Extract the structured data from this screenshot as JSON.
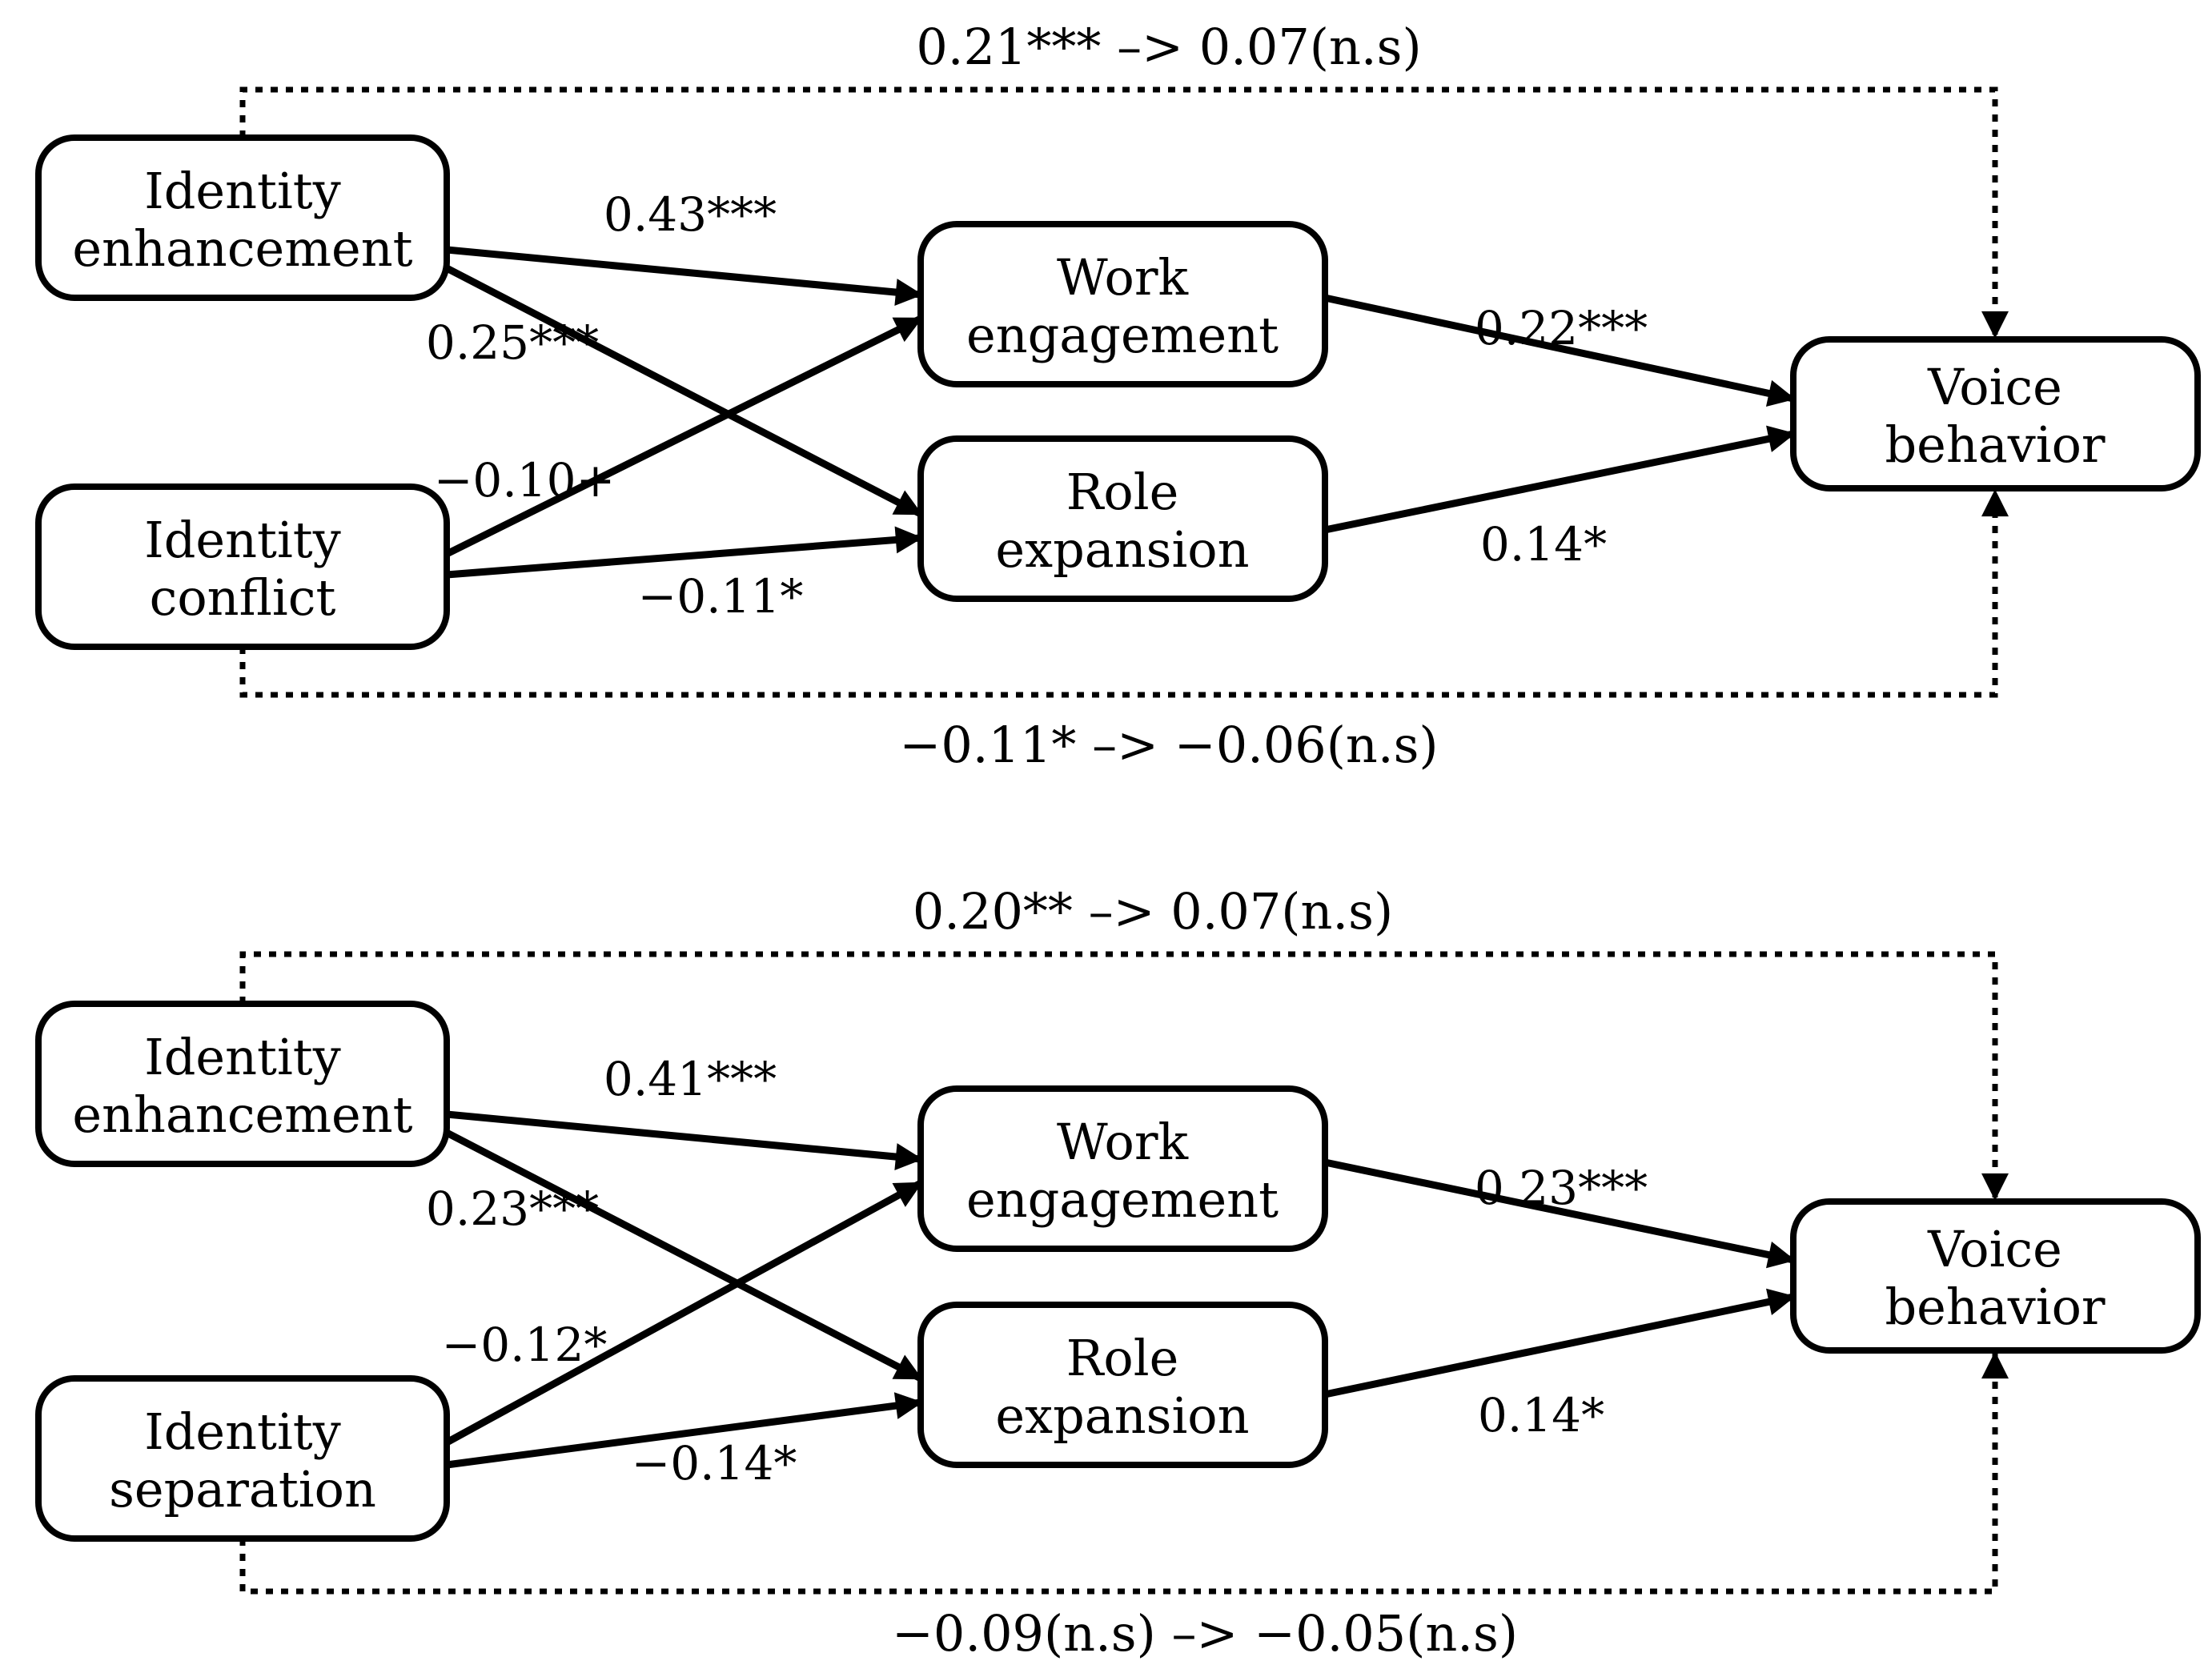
{
  "figure": {
    "background_color": "#ffffff",
    "line_color": "#000000",
    "panels": [
      {
        "id": "identity-conflict-model",
        "total_effect_top": "0.21*** –> 0.07(n.s)",
        "total_effect_bottom": "−0.11* –> −0.06(n.s)",
        "nodes": [
          {
            "id": "identity-enhancement",
            "line1": "Identity",
            "line2": "enhancement"
          },
          {
            "id": "identity-conflict",
            "line1": "Identity",
            "line2": "conflict"
          },
          {
            "id": "work-engagement",
            "line1": "Work",
            "line2": "engagement"
          },
          {
            "id": "role-expansion",
            "line1": "Role",
            "line2": "expansion"
          },
          {
            "id": "voice-behavior",
            "line1": "Voice",
            "line2": "behavior"
          }
        ],
        "coefficients": [
          {
            "from": "identity-enhancement",
            "to": "work-engagement",
            "label": "0.43***"
          },
          {
            "from": "identity-enhancement",
            "to": "role-expansion",
            "label": "0.25***"
          },
          {
            "from": "identity-conflict",
            "to": "work-engagement",
            "label": "−0.10+"
          },
          {
            "from": "identity-conflict",
            "to": "role-expansion",
            "label": "−0.11*"
          },
          {
            "from": "work-engagement",
            "to": "voice-behavior",
            "label": "0.22***"
          },
          {
            "from": "role-expansion",
            "to": "voice-behavior",
            "label": "0.14*"
          }
        ]
      },
      {
        "id": "identity-separation-model",
        "total_effect_top": "0.20** –> 0.07(n.s)",
        "total_effect_bottom": "−0.09(n.s) –> −0.05(n.s)",
        "nodes": [
          {
            "id": "identity-enhancement",
            "line1": "Identity",
            "line2": "enhancement"
          },
          {
            "id": "identity-separation",
            "line1": "Identity",
            "line2": "separation"
          },
          {
            "id": "work-engagement",
            "line1": "Work",
            "line2": "engagement"
          },
          {
            "id": "role-expansion",
            "line1": "Role",
            "line2": "expansion"
          },
          {
            "id": "voice-behavior",
            "line1": "Voice",
            "line2": "behavior"
          }
        ],
        "coefficients": [
          {
            "from": "identity-enhancement",
            "to": "work-engagement",
            "label": "0.41***"
          },
          {
            "from": "identity-enhancement",
            "to": "role-expansion",
            "label": "0.23***"
          },
          {
            "from": "identity-separation",
            "to": "work-engagement",
            "label": "−0.12*"
          },
          {
            "from": "identity-separation",
            "to": "role-expansion",
            "label": "−0.14*"
          },
          {
            "from": "work-engagement",
            "to": "voice-behavior",
            "label": "0.23***"
          },
          {
            "from": "role-expansion",
            "to": "voice-behavior",
            "label": "0.14*"
          }
        ]
      }
    ]
  }
}
